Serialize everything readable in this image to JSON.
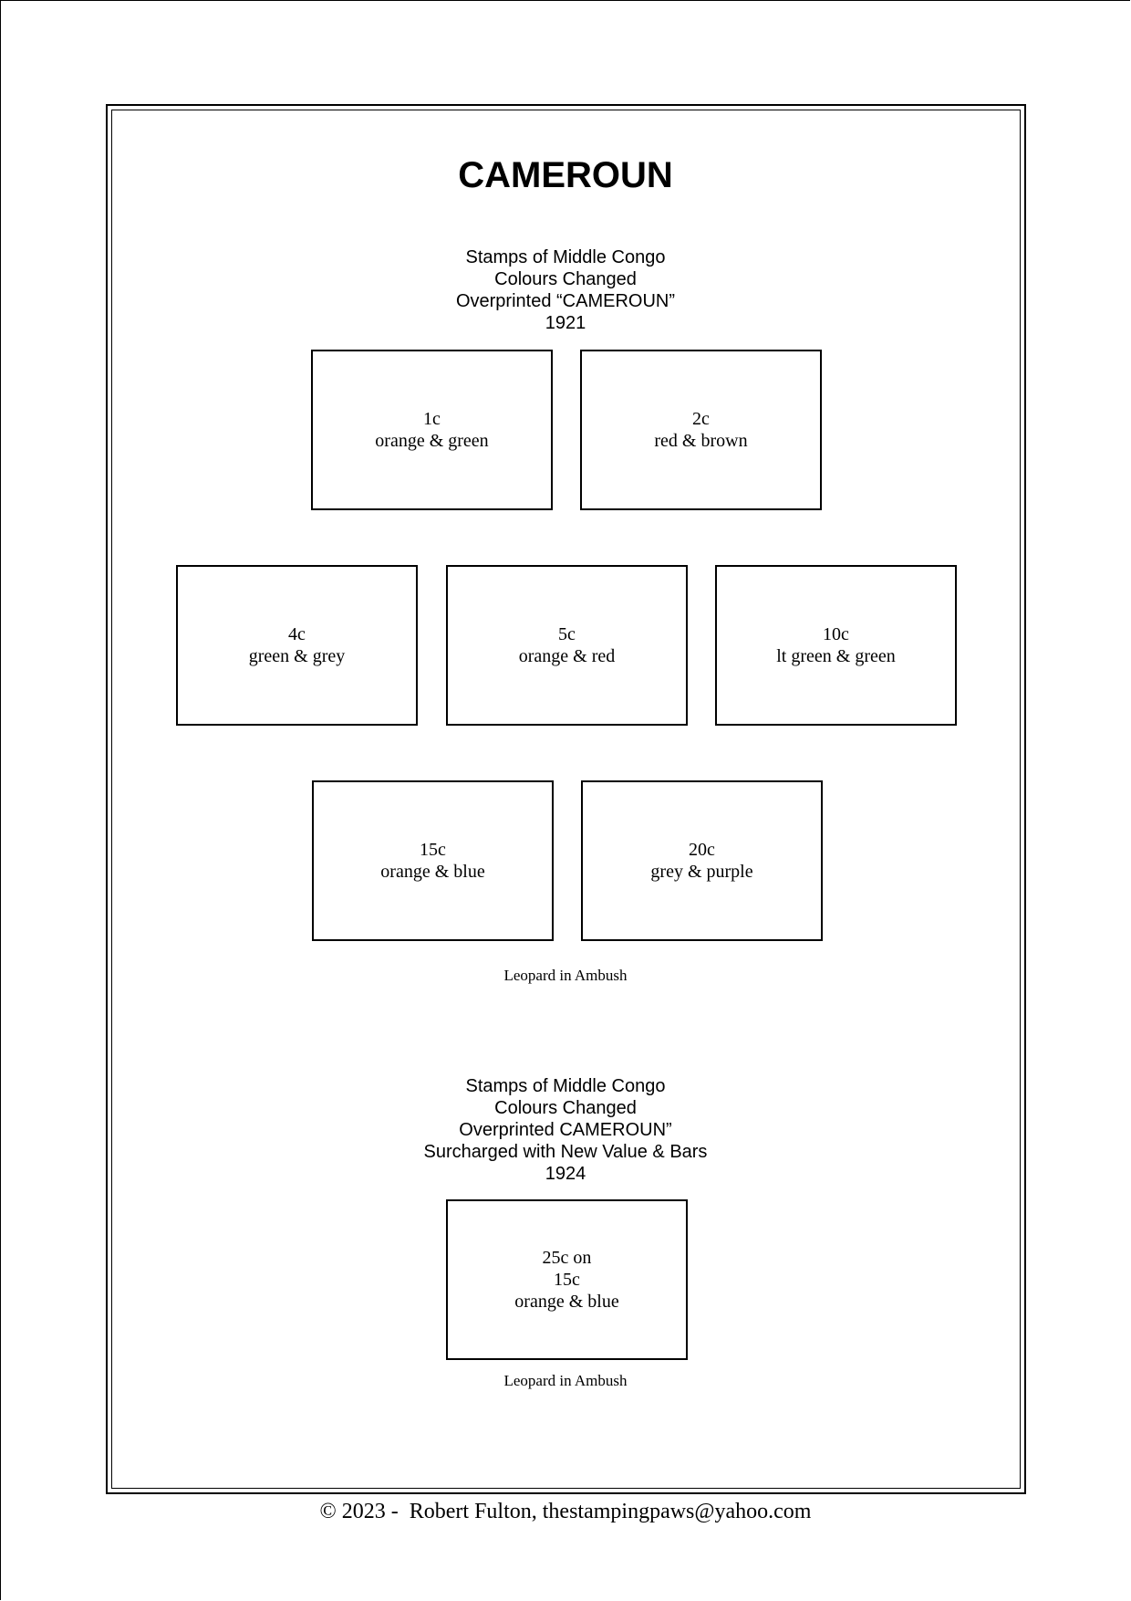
{
  "title": "CAMEROUN",
  "sections": [
    {
      "heading": [
        "Stamps of Middle Congo",
        "Colours Changed",
        "Overprinted “CAMEROUN”",
        "1921"
      ],
      "stamps": [
        {
          "value": "1c",
          "colour": "orange & green"
        },
        {
          "value": "2c",
          "colour": "red & brown"
        },
        {
          "value": "4c",
          "colour": "green & grey"
        },
        {
          "value": "5c",
          "colour": "orange & red"
        },
        {
          "value": "10c",
          "colour": "lt green & green"
        },
        {
          "value": "15c",
          "colour": "orange & blue"
        },
        {
          "value": "20c",
          "colour": "grey & purple"
        }
      ],
      "caption": "Leopard in Ambush"
    },
    {
      "heading": [
        "Stamps of Middle Congo",
        "Colours Changed",
        "Overprinted CAMEROUN”",
        "Surcharged with New Value & Bars",
        "1924"
      ],
      "stamps": [
        {
          "lines": [
            "25c on",
            "15c",
            "orange & blue"
          ]
        }
      ],
      "caption": "Leopard in Ambush"
    }
  ],
  "footer": "© 2023 -  Robert Fulton, thestampingpaws@yahoo.com"
}
